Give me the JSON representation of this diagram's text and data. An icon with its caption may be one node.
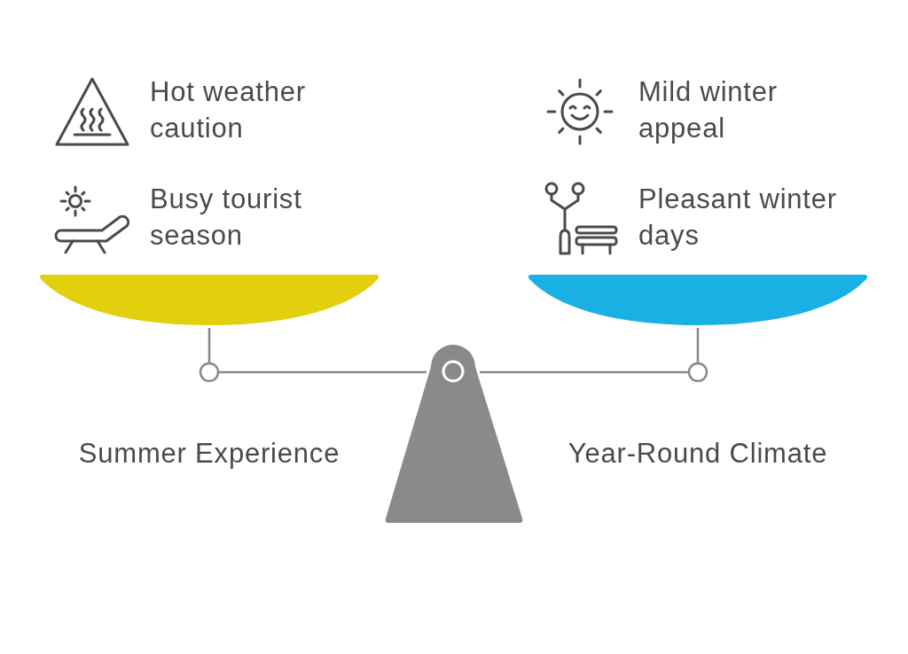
{
  "diagram": {
    "labels": [
      "Hot weather caution",
      "Mild winter appeal",
      "Busy tourist season",
      "Pleasant winter days",
      "Summer Experience",
      "Year-Round Climate"
    ]
  }
}
